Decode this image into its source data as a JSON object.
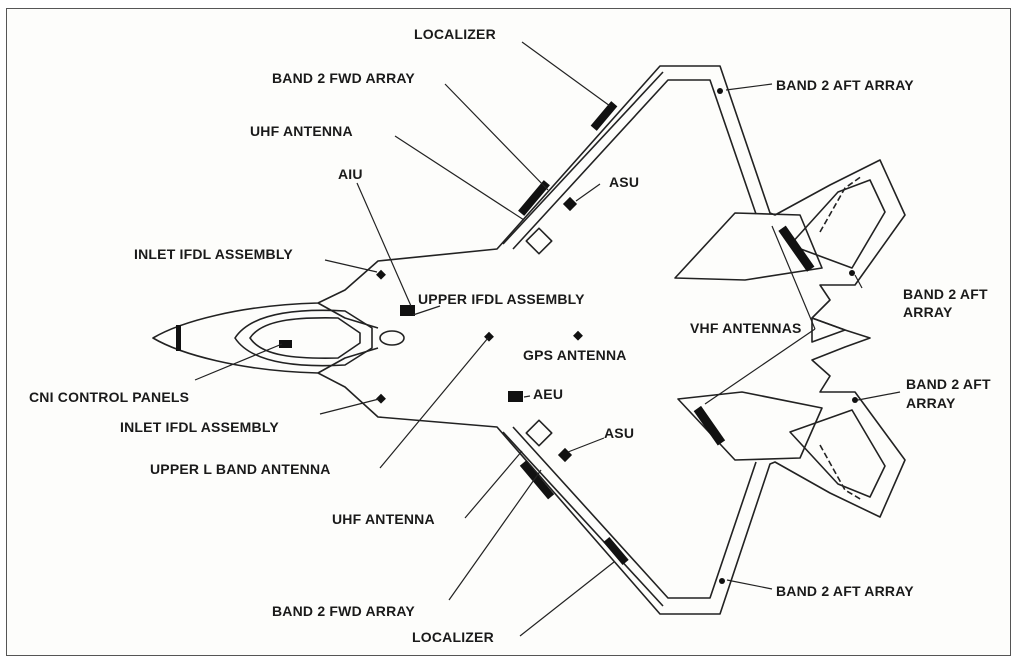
{
  "diagram": {
    "labels": {
      "localizer_top": "LOCALIZER",
      "band2_fwd_top": "BAND 2 FWD ARRAY",
      "uhf_top": "UHF ANTENNA",
      "aiu": "AIU",
      "asu_top": "ASU",
      "band2_aft_top": "BAND 2 AFT ARRAY",
      "inlet_ifdl_top": "INLET IFDL ASSEMBLY",
      "upper_ifdl": "UPPER IFDL ASSEMBLY",
      "band2_aft_right_top_1": "BAND 2 AFT",
      "band2_aft_right_top_2": "ARRAY",
      "vhf": "VHF ANTENNAS",
      "gps": "GPS ANTENNA",
      "cni": "CNI CONTROL PANELS",
      "aeu": "AEU",
      "band2_aft_right_bot_1": "BAND 2 AFT",
      "band2_aft_right_bot_2": "ARRAY",
      "inlet_ifdl_bot": "INLET IFDL ASSEMBLY",
      "asu_bot": "ASU",
      "upper_l_band": "UPPER L BAND ANTENNA",
      "uhf_bot": "UHF ANTENNA",
      "band2_aft_bot": "BAND 2 AFT ARRAY",
      "band2_fwd_bot": "BAND 2 FWD ARRAY",
      "localizer_bot": "LOCALIZER"
    }
  }
}
